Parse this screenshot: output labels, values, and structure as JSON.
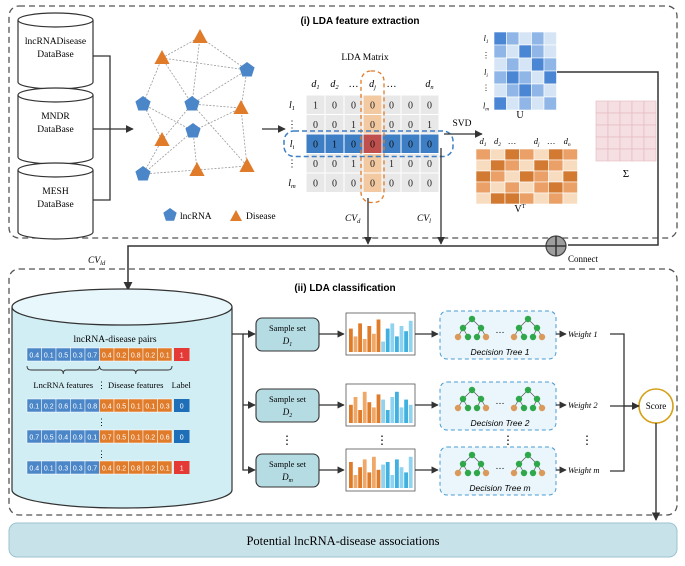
{
  "panel1": {
    "title": "(i) LDA feature extraction",
    "databases": [
      "lncRNADisease DataBase",
      "MNDR DataBase",
      "MESH DataBase"
    ],
    "db_lines": [
      [
        "lncRNADisease",
        "DataBase"
      ],
      [
        "MNDR",
        "DataBase"
      ],
      [
        "MESH",
        "DataBase"
      ]
    ],
    "legend": {
      "lncrna": "lncRNA",
      "disease": "Disease"
    },
    "matrix_title": "LDA Matrix",
    "matrix_cols": [
      "d",
      "d",
      "…",
      "d",
      "…",
      "d"
    ],
    "matrix_col_subs": [
      "1",
      "2",
      "",
      "j",
      "",
      "n"
    ],
    "matrix_rows": [
      "l",
      "⋮",
      "l",
      "⋮",
      "l"
    ],
    "matrix_row_subs": [
      "1",
      "",
      "i",
      "",
      "m"
    ],
    "matrix_values": [
      [
        "1",
        "0",
        "0",
        "0",
        "0",
        "0",
        "0"
      ],
      [
        "0",
        "0",
        "1",
        "0",
        "0",
        "0",
        "1"
      ],
      [
        "0",
        "1",
        "0",
        "0",
        "0",
        "0",
        "0"
      ],
      [
        "0",
        "0",
        "1",
        "0",
        "1",
        "0",
        "0"
      ],
      [
        "0",
        "0",
        "0",
        "0",
        "0",
        "0",
        "0"
      ]
    ],
    "svd": "SVD",
    "u_rows": [
      "l",
      "⋮",
      "l",
      "⋮",
      "l"
    ],
    "u_row_subs": [
      "1",
      "",
      "i",
      "",
      "m"
    ],
    "u_label": "U",
    "sigma_label": "Σ",
    "vt_cols": [
      "d",
      "d",
      "…",
      "d",
      "…",
      "d"
    ],
    "vt_col_subs": [
      "1",
      "2",
      "",
      "j",
      "",
      "n"
    ],
    "vt_label": "V",
    "vt_sup": "T",
    "cvd": "CV",
    "cvd_sub": "d",
    "cvl": "CV",
    "cvl_sub": "l",
    "connect": "Connect",
    "cvld": "CV",
    "cvld_sub": "ld",
    "connect_symbol": "⊕"
  },
  "panel2": {
    "title": "(ii) LDA classification",
    "pairs_title": "lncRNA-disease pairs",
    "lnc_features": "LncRNA features",
    "disease_features": "Disease features",
    "label_header": "Label",
    "rows": [
      {
        "lnc": [
          "0.4",
          "0.1",
          "0.5",
          "0.3",
          "0.7"
        ],
        "dis": [
          "0.4",
          "0.2",
          "0.8",
          "0.2",
          "0.1"
        ],
        "label": "1"
      },
      {
        "lnc": [
          "0.1",
          "0.2",
          "0.6",
          "0.1",
          "0.8"
        ],
        "dis": [
          "0.4",
          "0.5",
          "0.1",
          "0.1",
          "0.3"
        ],
        "label": "0"
      },
      {
        "lnc": [
          "0.7",
          "0.5",
          "0.4",
          "0.9",
          "0.1"
        ],
        "dis": [
          "0.7",
          "0.5",
          "0.1",
          "0.2",
          "0.6"
        ],
        "label": "0"
      },
      {
        "lnc": [
          "0.4",
          "0.1",
          "0.3",
          "0.3",
          "0.7"
        ],
        "dis": [
          "0.4",
          "0.2",
          "0.8",
          "0.2",
          "0.1"
        ],
        "label": "1"
      }
    ],
    "sample_sets": [
      {
        "label": "Sample set",
        "sub_main": "D",
        "sub": "1"
      },
      {
        "label": "Sample set",
        "sub_main": "D",
        "sub": "2"
      },
      {
        "label": "Sample set",
        "sub_main": "D",
        "sub": "m"
      }
    ],
    "trees": [
      "Decision Tree 1",
      "Decision Tree 2",
      "Decision Tree m"
    ],
    "weights": [
      "Weight 1",
      "Weight 2",
      "Weight m"
    ],
    "score": "Score",
    "vdots": "⋮",
    "ellipsis": "…"
  },
  "footer": {
    "label": "Potential lncRNA-disease associations"
  },
  "colors": {
    "lncrna": "#4a86c8",
    "disease": "#e07b2a",
    "highlight_row": "#3d7ec4",
    "highlight_col": "#f2c9a0",
    "label_red": "#e53935",
    "label_blue": "#1e6fb8",
    "box_fill": "#b5dbe3",
    "tree_green": "#2ea84a",
    "tree_orange": "#d99a5c",
    "score_ring": "#d4a017"
  }
}
